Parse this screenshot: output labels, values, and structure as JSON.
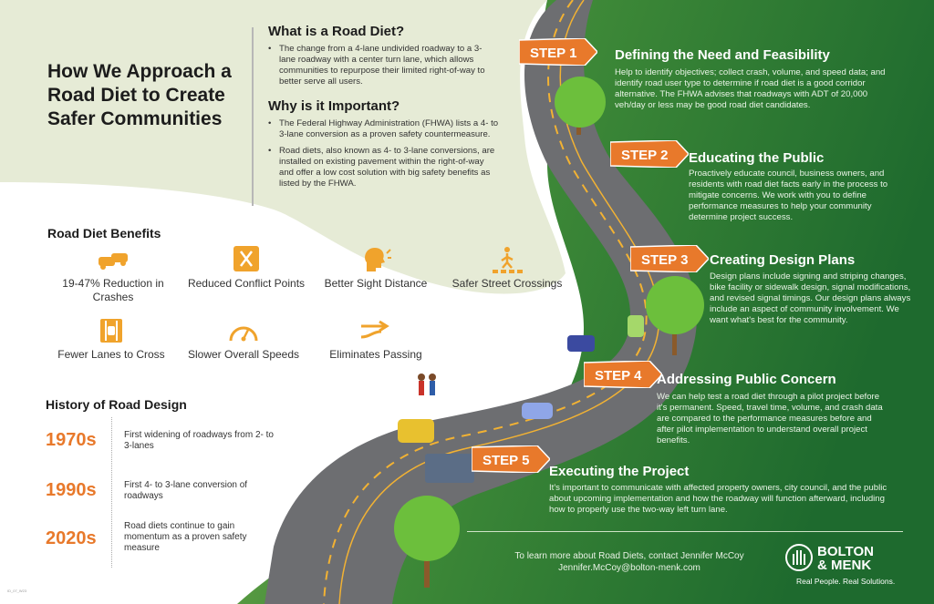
{
  "title": "How We Approach a Road Diet to Create Safer Communities",
  "what": {
    "title": "What is a Road Diet?",
    "points": [
      "The change from a 4-lane undivided roadway to a 3-lane roadway with a center turn lane, which allows communities to repurpose their limited right-of-way to better serve all users."
    ]
  },
  "why": {
    "title": "Why is it Important?",
    "points": [
      "The Federal Highway Administration (FHWA) lists a 4- to 3-lane conversion as a proven safety countermeasure.",
      "Road diets, also known as 4- to 3-lane conversions, are installed on existing pavement within the right-of-way and offer a low cost solution with big safety benefits as listed by the FHWA."
    ]
  },
  "benefits": {
    "title": "Road Diet Benefits",
    "items": [
      {
        "label": "19-47% Reduction in Crashes",
        "icon": "car-crash-icon"
      },
      {
        "label": "Reduced Conflict Points",
        "icon": "conflict-sign-icon"
      },
      {
        "label": "Better Sight Distance",
        "icon": "head-sight-icon"
      },
      {
        "label": "Safer Street Crossings",
        "icon": "crosswalk-icon"
      },
      {
        "label": "Fewer Lanes to Cross",
        "icon": "lanes-icon"
      },
      {
        "label": "Slower Overall Speeds",
        "icon": "speedometer-icon"
      },
      {
        "label": "Eliminates Passing",
        "icon": "arrows-icon"
      }
    ]
  },
  "history": {
    "title": "History of Road Design",
    "entries": [
      {
        "year": "1970s",
        "text": "First widening of roadways from 2- to 3-lanes"
      },
      {
        "year": "1990s",
        "text": "First 4- to 3-lane conversion of roadways"
      },
      {
        "year": "2020s",
        "text": "Road diets continue to gain momentum as a proven safety measure"
      }
    ]
  },
  "steps": [
    {
      "sign": "STEP 1",
      "title": "Defining the Need and Feasibility",
      "text": "Help to identify objectives; collect crash, volume, and speed data; and identify road user type to determine if road diet is a good corridor alternative. The FHWA advises that roadways with ADT of 20,000 veh/day or less may be good road diet candidates."
    },
    {
      "sign": "STEP 2",
      "title": "Educating the Public",
      "text": "Proactively educate council, business owners, and residents with road diet facts early in the process to mitigate concerns. We work with you to define performance measures to help your community determine project success."
    },
    {
      "sign": "STEP 3",
      "title": "Creating Design Plans",
      "text": "Design plans include signing and striping changes, bike facility or sidewalk design, signal modifications, and revised signal timings. Our design plans always include an aspect of community involvement. We want what's best for the community."
    },
    {
      "sign": "STEP 4",
      "title": "Addressing Public Concern",
      "text": "We can help test a road diet through a pilot project before it's permanent. Speed, travel time, volume, and crash data are compared to the performance measures before and after pilot implementation to understand overall project benefits."
    },
    {
      "sign": "STEP 5",
      "title": "Executing the Project",
      "text": "It's important to communicate with affected property owners, city council, and the public about upcoming implementation and how the roadway will function afterward, including how to properly use the two-way left turn lane."
    }
  ],
  "contact": {
    "line1": "To learn more about Road Diets, contact Jennifer McCoy",
    "line2": "Jennifer.McCoy@bolton-menk.com"
  },
  "logo": {
    "line1": "BOLTON",
    "line2": "& MENK",
    "tagline": "Real People. Real Solutions."
  },
  "fineprint": "ID_07_W23",
  "colors": {
    "accent": "#e8792b",
    "green_dark": "#1f6b2f",
    "green_light": "#6fa84a",
    "road": "#6d6e71",
    "cream": "#e8ecd9"
  }
}
